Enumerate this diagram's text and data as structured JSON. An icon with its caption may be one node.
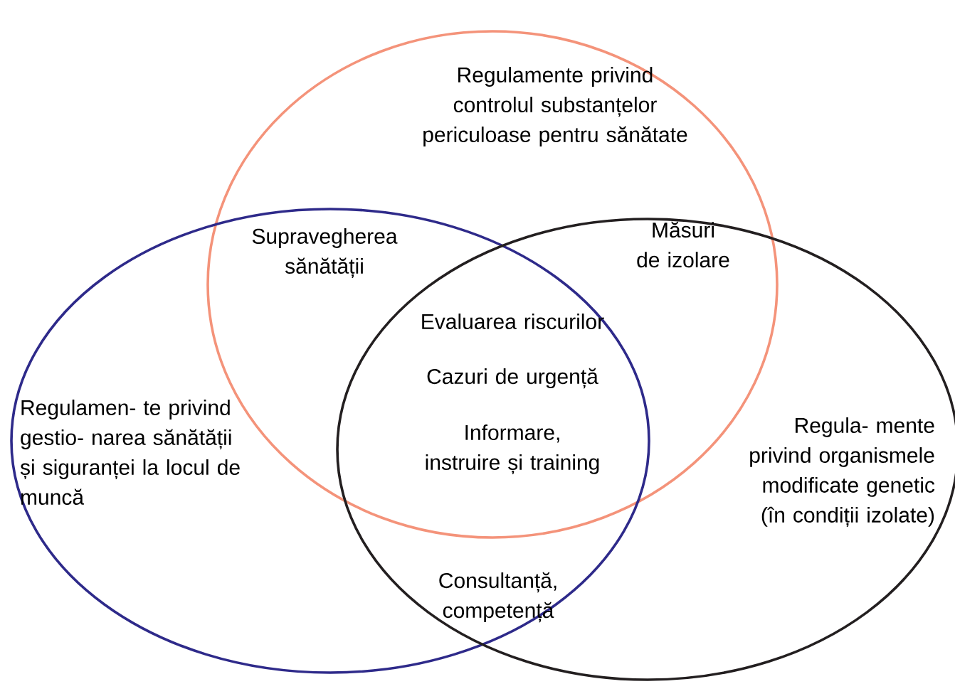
{
  "diagram": {
    "nodes": [
      {
        "text": [
          "Regulamente privind controlul substanțelor periculoase pentru sănătate"
        ]
      },
      {
        "text": [
          "Regulamen- te privind gestio- narea sănătății și siguranței la locul de muncă"
        ]
      },
      {
        "text": [
          "Regula- mente privind organismele modificate genetic (în condiții izolate)"
        ]
      }
    ],
    "labels": [
      "Supravegherea sănătății",
      "Măsuri de izolare",
      "Evaluarea riscurilor",
      "Cazuri de urgență",
      "Informare, instruire și training",
      "Consultanță, competență"
    ]
  }
}
